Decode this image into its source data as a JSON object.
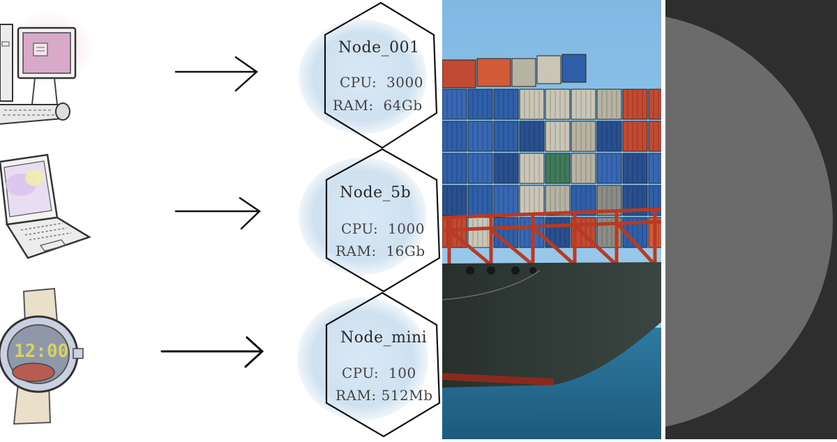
{
  "nodes": [
    {
      "name": "Node_001",
      "cpu_label": "CPU:",
      "cpu_value": "3000",
      "ram_label": "RAM:",
      "ram_value": "64Gb"
    },
    {
      "name": "Node_5b",
      "cpu_label": "CPU:",
      "cpu_value": "1000",
      "ram_label": "RAM:",
      "ram_value": "16Gb"
    },
    {
      "name": "Node_mini",
      "cpu_label": "CPU:",
      "cpu_value": "100",
      "ram_label": "RAM:",
      "ram_value": "512Mb"
    }
  ],
  "devices": [
    "desktop-computer-icon",
    "laptop-icon",
    "smartwatch-icon"
  ],
  "watch_display": "12:00",
  "colors": {
    "hex_fill": "#d6e6f3",
    "ink": "#1a1a1a",
    "sky": "#8fc3e8",
    "sea": "#2a6f94",
    "hull": "#2f3a36",
    "dark_panel": "#2e2e2e",
    "disc": "#6b6b6b"
  }
}
